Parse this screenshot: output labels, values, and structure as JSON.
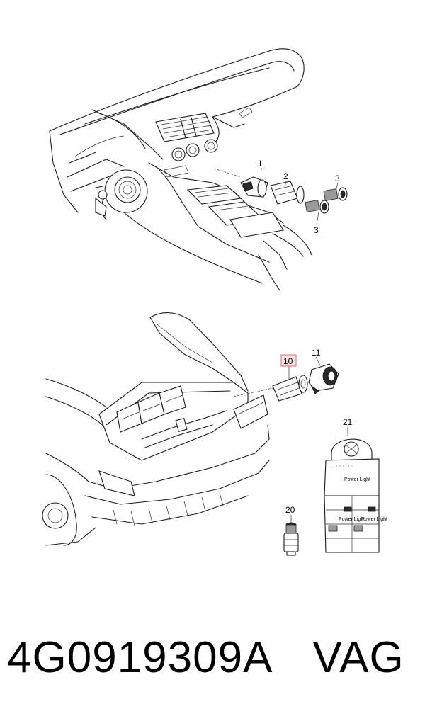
{
  "diagram": {
    "upper_view": {
      "callouts": [
        {
          "id": "callout-1",
          "label": "1"
        },
        {
          "id": "callout-2",
          "label": "2"
        },
        {
          "id": "callout-3a",
          "label": "3"
        },
        {
          "id": "callout-3b",
          "label": "3"
        }
      ]
    },
    "lower_view": {
      "callouts": [
        {
          "id": "callout-10",
          "label": "10",
          "highlighted": true
        },
        {
          "id": "callout-11",
          "label": "11"
        },
        {
          "id": "callout-20",
          "label": "20"
        },
        {
          "id": "callout-21",
          "label": "21"
        }
      ],
      "display_box": {
        "product_name": "Power Light",
        "package_label_left": "Power Light",
        "package_label_right": "Power Light"
      }
    },
    "highlight_color": "#e06b6b"
  },
  "footer": {
    "part_number": "4G0919309A",
    "brand": "VAG"
  }
}
